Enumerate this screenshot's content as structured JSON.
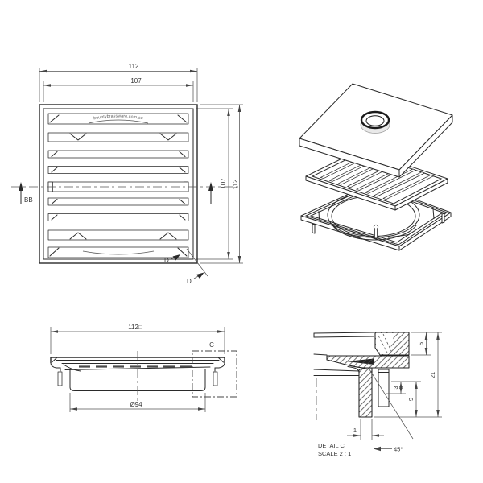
{
  "plan": {
    "watermark": "bountybrassware.com.au",
    "dim_top_outer": "112",
    "dim_top_inner": "107",
    "dim_right_inner": "107",
    "dim_right_outer": "112",
    "section_label": "BB",
    "detail_d_label_inner": "D",
    "detail_d_label_outer": "D"
  },
  "section": {
    "dim_square": "112□",
    "dim_diameter": "Ø94",
    "detail_c_label": "C"
  },
  "detail_c": {
    "title": "DETAIL C",
    "scale": "SCALE 2 : 1",
    "dim_rim_height": "5",
    "dim_total_height": "21",
    "dim_step": "3",
    "dim_leg": "9",
    "dim_wall": "1",
    "dim_angle": "45°"
  },
  "colors": {
    "line": "#2a2a2a",
    "dimension": "#444444",
    "background": "#ffffff",
    "ring_fill": "#e9e9e9"
  }
}
